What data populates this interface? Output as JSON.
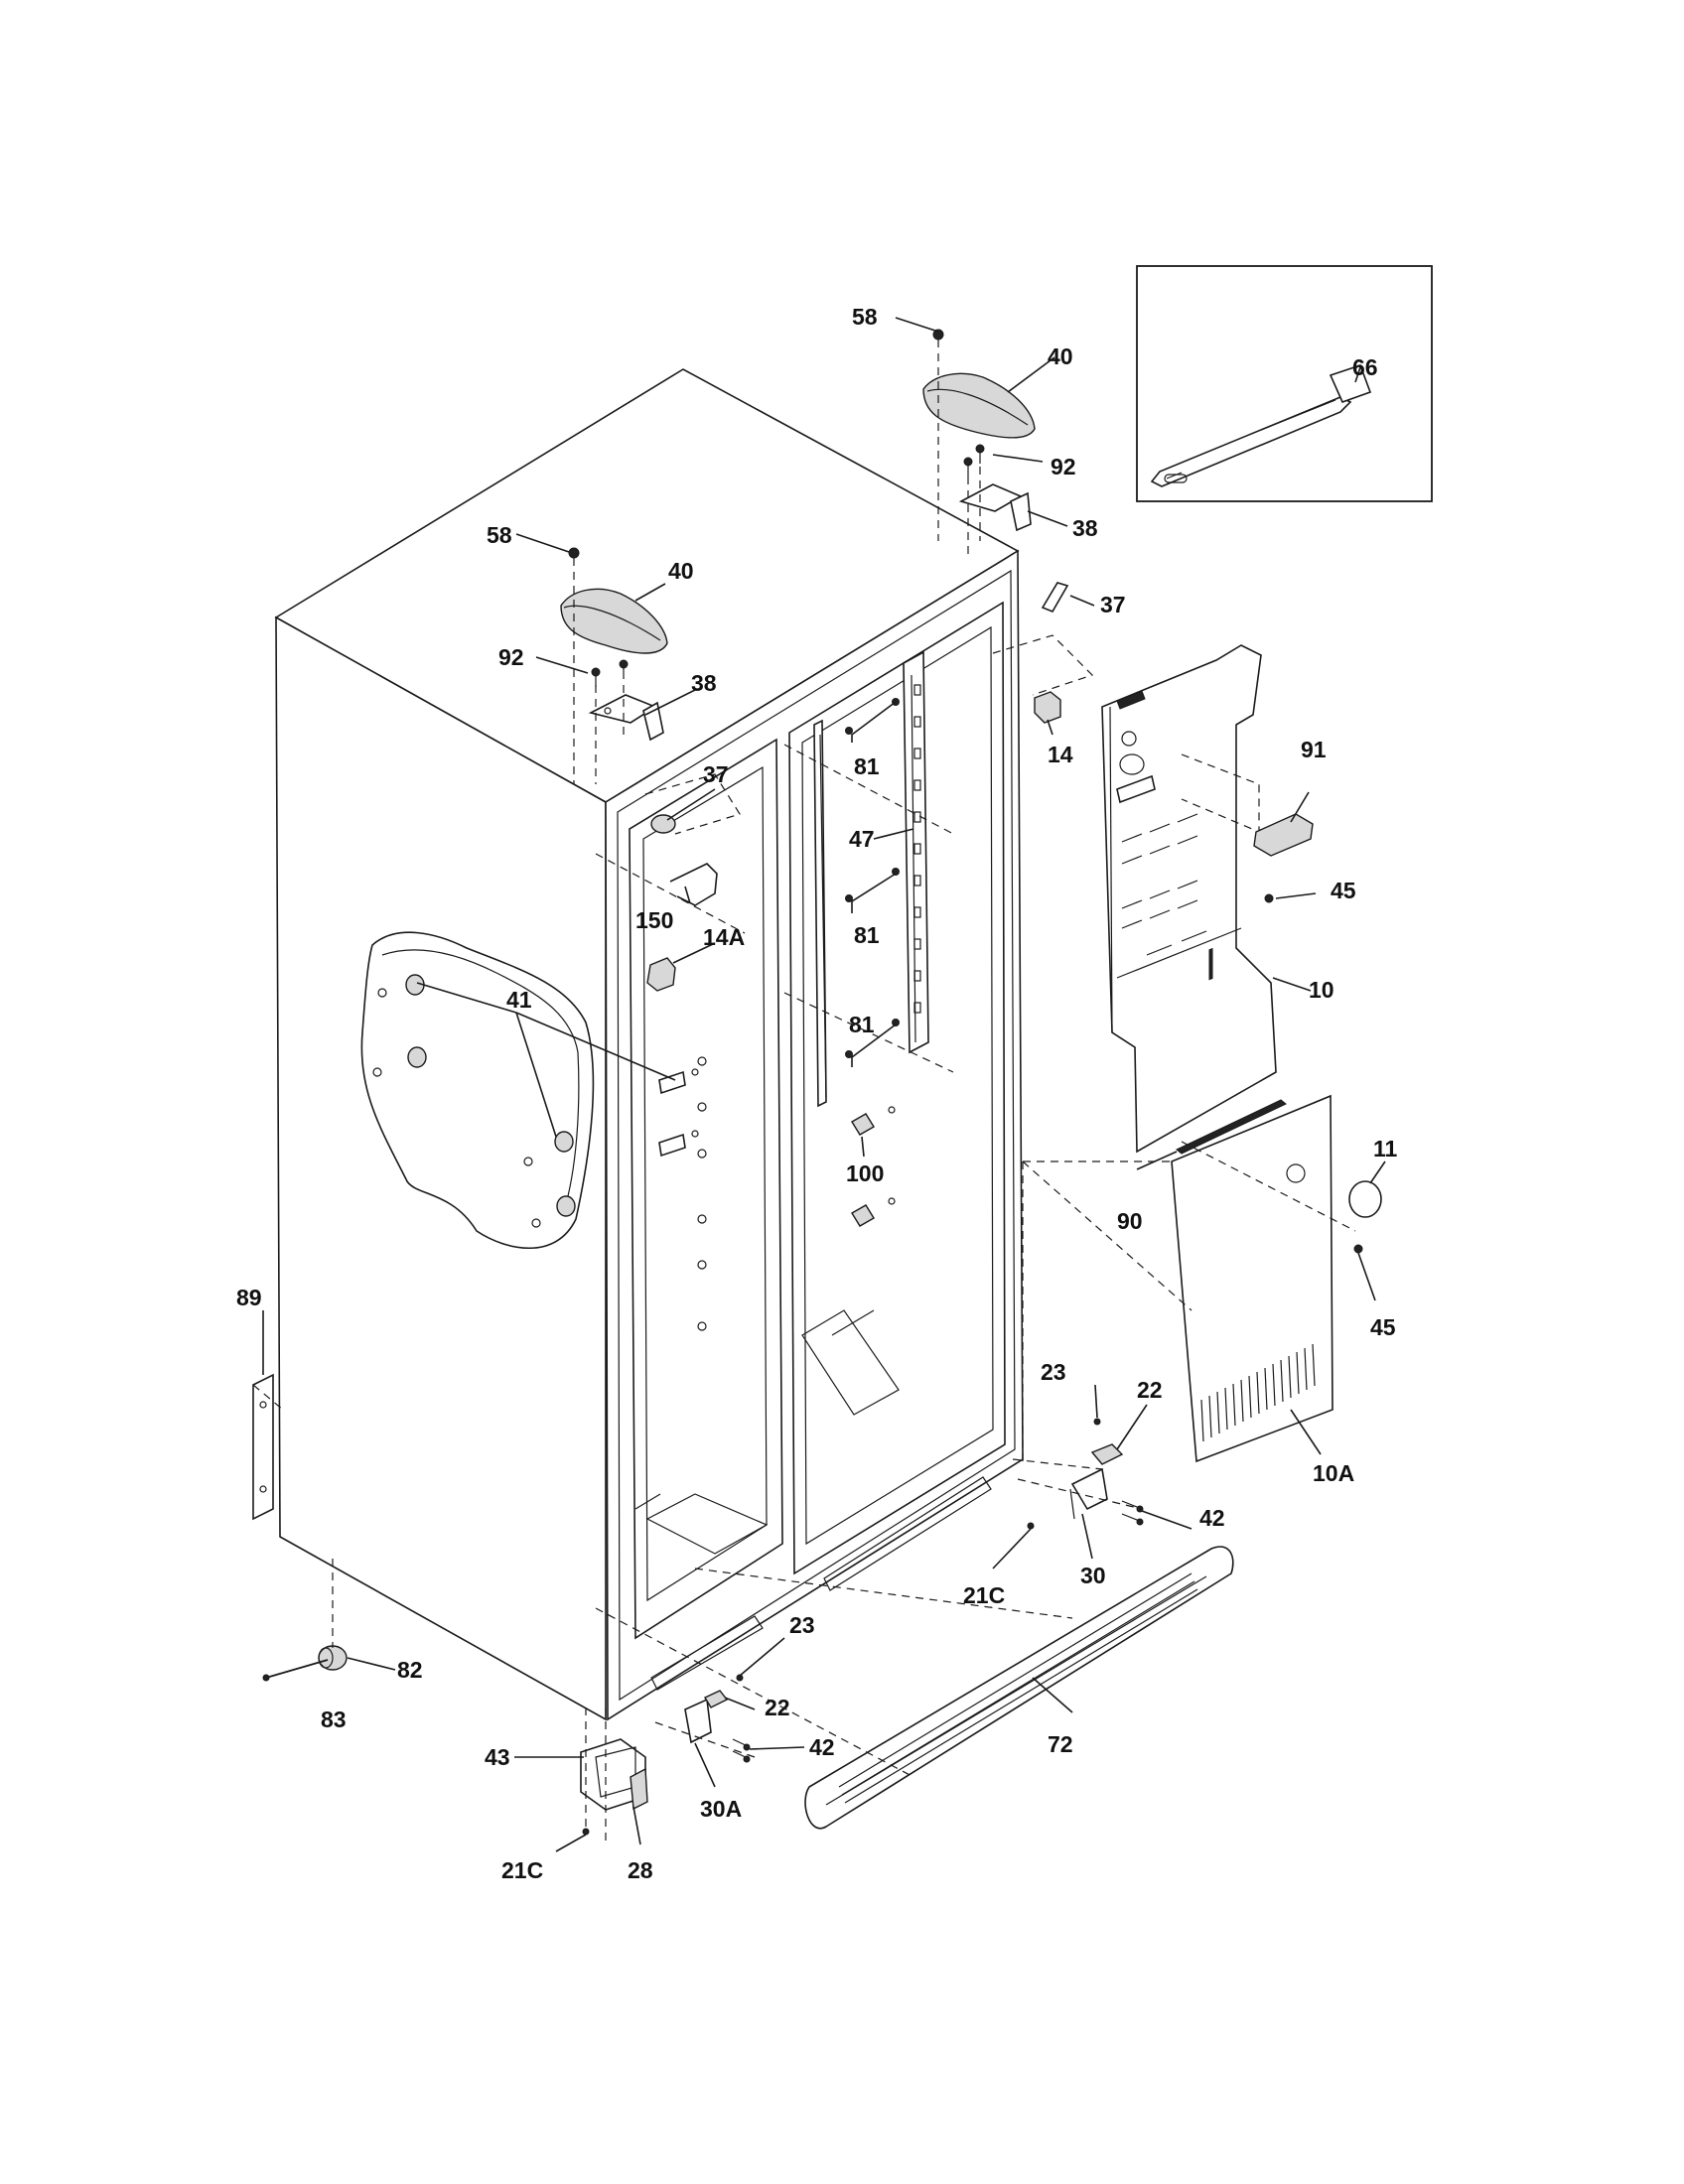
{
  "diagram": {
    "part_labels": {
      "l58a": "58",
      "l40a": "40",
      "l92a": "92",
      "l38a": "38",
      "l37a": "37",
      "l66": "66",
      "l58b": "58",
      "l40b": "40",
      "l92b": "92",
      "l38b": "38",
      "l37b": "37",
      "l150": "150",
      "l14a": "14A",
      "l81a": "81",
      "l47": "47",
      "l81b": "81",
      "l81c": "81",
      "l14": "14",
      "l91": "91",
      "l45a": "45",
      "l10": "10",
      "l41": "41",
      "l100": "100",
      "l11": "11",
      "l90": "90",
      "l45b": "45",
      "l89": "89",
      "l23a": "23",
      "l22a": "22",
      "l10a": "10A",
      "l42a": "42",
      "l30": "30",
      "l21ca": "21C",
      "l23b": "23",
      "l22b": "22",
      "l42b": "42",
      "l82": "82",
      "l83": "83",
      "l43": "43",
      "l72": "72",
      "l30a": "30A",
      "l21cb": "21C",
      "l28": "28"
    }
  }
}
